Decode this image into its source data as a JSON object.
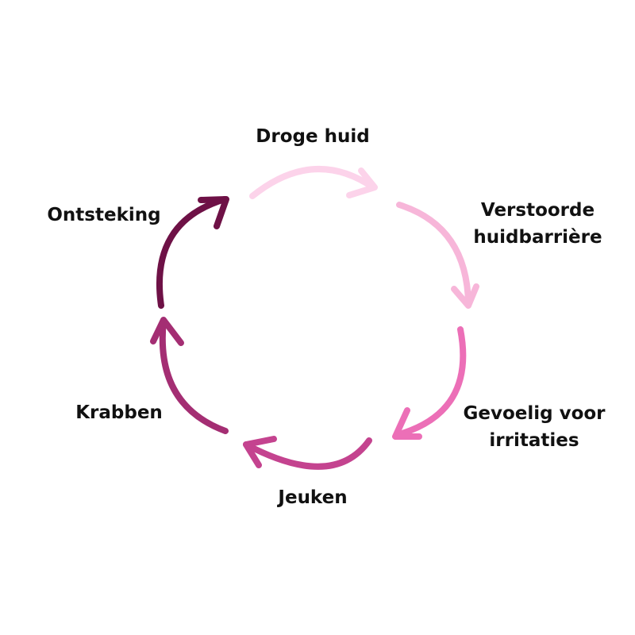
{
  "cycle": {
    "steps": [
      {
        "lines": [
          "Droge huid"
        ],
        "color": "#fcd3ea"
      },
      {
        "lines": [
          "Verstoorde",
          "huidbarrière"
        ],
        "color": "#f7b6d9"
      },
      {
        "lines": [
          "Gevoelig voor",
          "irritaties"
        ],
        "color": "#ec6fb7"
      },
      {
        "lines": [
          "Jeuken"
        ],
        "color": "#c4438f"
      },
      {
        "lines": [
          "Krabben"
        ],
        "color": "#a42e73"
      },
      {
        "lines": [
          "Ontsteking"
        ],
        "color": "#6e1146"
      }
    ]
  }
}
